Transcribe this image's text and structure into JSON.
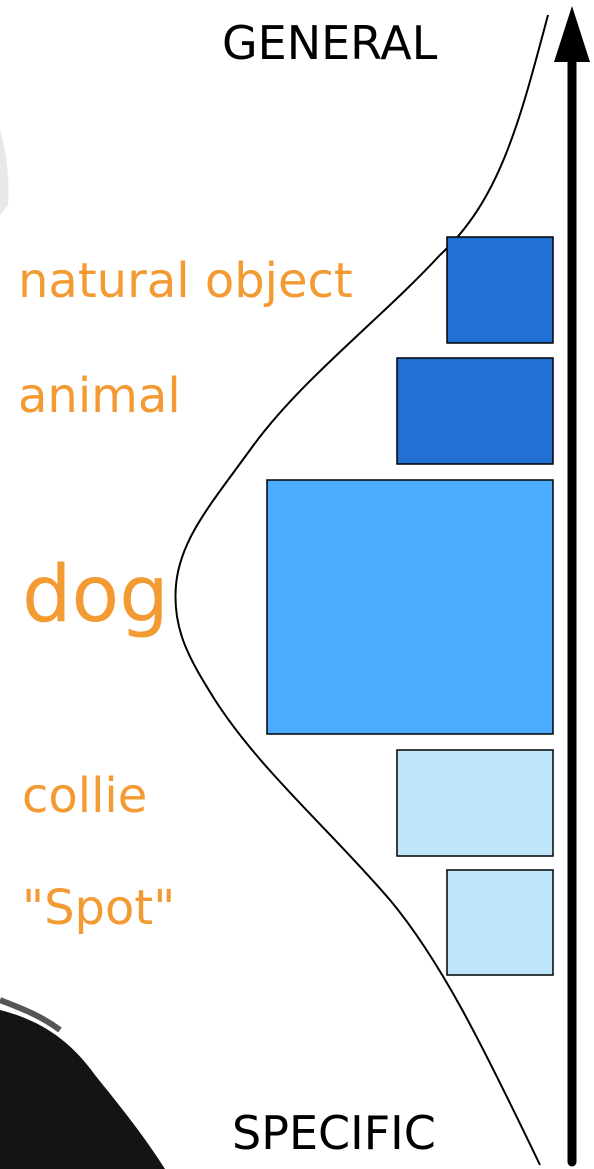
{
  "axis": {
    "top_label": "GENERAL",
    "bottom_label": "SPECIFIC"
  },
  "levels": [
    {
      "label": "natural object",
      "color": "#2170d4"
    },
    {
      "label": "animal",
      "color": "#2170d4"
    },
    {
      "label": "dog",
      "color": "#4dacff"
    },
    {
      "label": "collie",
      "color": "#c0e6fb"
    },
    {
      "label": "\"Spot\"",
      "color": "#c0e6fb"
    }
  ],
  "colors": {
    "label": "#f39a33",
    "arrow": "#000000",
    "curve": "#000000"
  }
}
